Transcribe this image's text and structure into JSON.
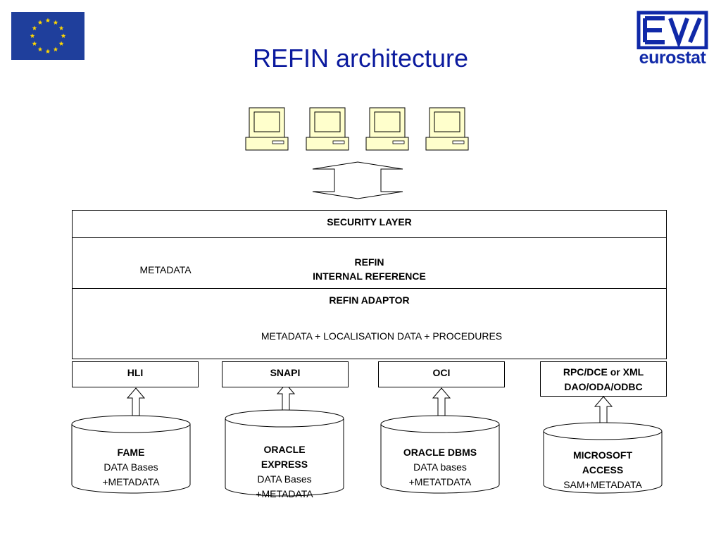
{
  "slide": {
    "title": "REFIN architecture",
    "logo_text": "eurostat"
  },
  "architecture": {
    "security_layer": "SECURITY LAYER",
    "metadata": "METADATA",
    "internal_reference": {
      "line1": "REFIN",
      "line2": "INTERNAL REFERENCE"
    },
    "adaptor": "REFIN ADAPTOR",
    "adaptor_store": "METADATA + LOCALISATION DATA + PROCEDURES"
  },
  "interfaces": [
    {
      "label": "HLI"
    },
    {
      "label": "SNAPI"
    },
    {
      "label": "OCI"
    },
    {
      "line1": "RPC/DCE  or XML",
      "line2": "DAO/ODA/ODBC"
    }
  ],
  "databases": [
    {
      "name": "FAME",
      "line2": "DATA Bases",
      "line3": "+METADATA"
    },
    {
      "name_line1": "ORACLE",
      "name_line2": "EXPRESS",
      "line2": "DATA Bases",
      "line3": "+METADATA"
    },
    {
      "name": "ORACLE DBMS",
      "line2": "DATA bases",
      "line3": "+METATDATA"
    },
    {
      "name_line1": "MICROSOFT",
      "name_line2": "ACCESS",
      "line3": "SAM+METADATA"
    }
  ],
  "icons": {
    "flag": "eu-flag-icon",
    "logo": "eurostat-logo-icon",
    "client": "desktop-computer-icon"
  },
  "colors": {
    "title": "#0b1a9e",
    "flag_bg": "#1f3f9c",
    "flag_stars": "#ffd700",
    "logo": "#1029a8",
    "computer_fill": "#ffffcc"
  }
}
